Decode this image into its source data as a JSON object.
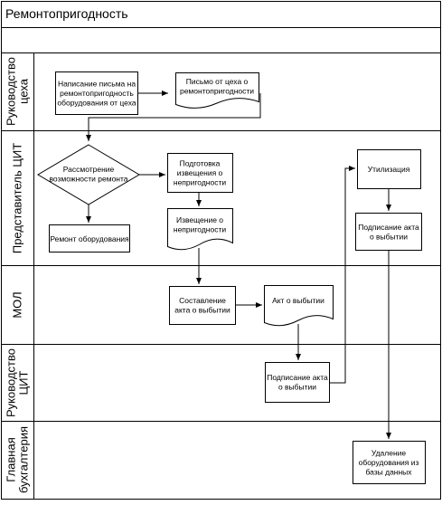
{
  "title": "Ремонтопригодность",
  "lanes": [
    {
      "id": "lane-shop-management",
      "label_lines": [
        "Руководство",
        "цеха"
      ]
    },
    {
      "id": "lane-cit-representative",
      "label_lines": [
        "Представитель ЦИТ"
      ]
    },
    {
      "id": "lane-mol",
      "label_lines": [
        "МОЛ"
      ]
    },
    {
      "id": "lane-cit-management",
      "label_lines": [
        "Руководство",
        "ЦИТ"
      ]
    },
    {
      "id": "lane-chief-accounting",
      "label_lines": [
        "Главная",
        "бухгалтерия"
      ]
    }
  ],
  "nodes": {
    "write_letter": [
      "Написание письма на",
      "ремонтопригодность",
      "оборудования от цеха"
    ],
    "letter_doc": [
      "Письмо от цеха о",
      "ремонтопригодности"
    ],
    "consider_repair": [
      "Рассмотрение",
      "возможности ремонта"
    ],
    "repair_equipment": [
      "Ремонт оборудования"
    ],
    "prepare_notice": [
      "Подготовка",
      "извещения о",
      "непригодности"
    ],
    "notice_doc": [
      "Извещение о",
      "непригодности"
    ],
    "draw_up_act": [
      "Составление",
      "акта о выбытии"
    ],
    "act_doc": [
      "Акт о выбытии"
    ],
    "sign_act_cit": [
      "Подписание акта",
      "о выбытии"
    ],
    "disposal": [
      "Утилизация"
    ],
    "sign_act_rep": [
      "Подписание акта",
      "о выбытии"
    ],
    "remove_from_db": [
      "Удаление",
      "оборудования из",
      "базы данных"
    ]
  }
}
